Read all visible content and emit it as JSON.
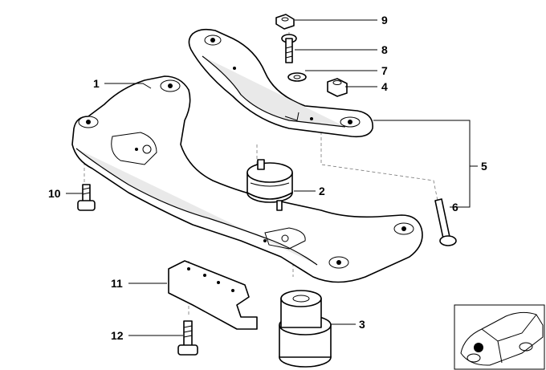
{
  "diagram": {
    "callouts": [
      {
        "key": "c1",
        "label": "1"
      },
      {
        "key": "c2",
        "label": "2"
      },
      {
        "key": "c3",
        "label": "3"
      },
      {
        "key": "c4",
        "label": "4"
      },
      {
        "key": "c5",
        "label": "5"
      },
      {
        "key": "c6",
        "label": "6"
      },
      {
        "key": "c7",
        "label": "7"
      },
      {
        "key": "c8",
        "label": "8"
      },
      {
        "key": "c9",
        "label": "9"
      },
      {
        "key": "c10",
        "label": "10"
      },
      {
        "key": "c11",
        "label": "11"
      },
      {
        "key": "c12",
        "label": "12"
      }
    ],
    "locator_marker_color": "#000000",
    "line_color": "#000000",
    "background": "#ffffff"
  }
}
